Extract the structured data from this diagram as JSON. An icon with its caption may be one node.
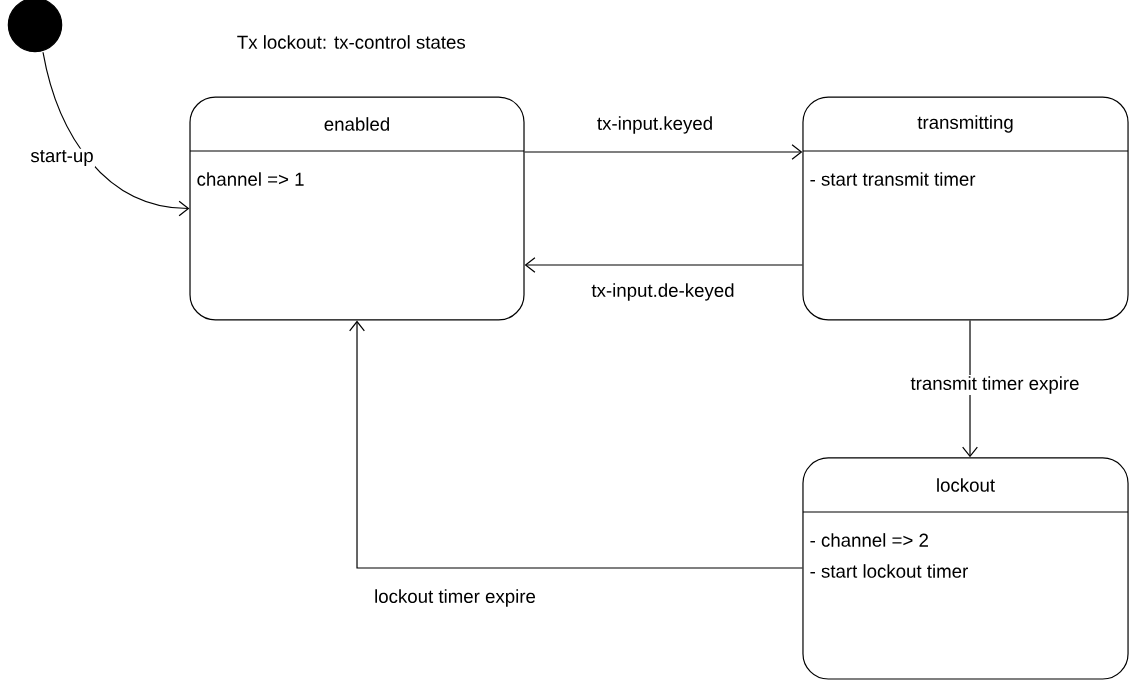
{
  "diagram": {
    "title": "Tx lockout:  tx-control states",
    "nodes": [
      {
        "text": [],
        "shape": "circle"
      },
      {
        "text": [
          "enabled",
          "channel => 1"
        ]
      },
      {
        "text": [
          "transmitting",
          "- start transmit timer"
        ]
      },
      {
        "text": [
          "lockout",
          "- channel => 2",
          "- start lockout timer"
        ]
      }
    ],
    "edges": [
      {
        "from": 0,
        "to": 1,
        "arrow": "to",
        "label": "start-up"
      },
      {
        "from": 1,
        "to": 2,
        "arrow": "to",
        "label": "tx-input.keyed"
      },
      {
        "from": 2,
        "to": 1,
        "arrow": "to",
        "label": "tx-input.de-keyed"
      },
      {
        "from": 2,
        "to": 3,
        "arrow": "to",
        "label": "transmit timer expire"
      },
      {
        "from": 3,
        "to": 1,
        "arrow": "to",
        "label": "lockout timer expire"
      }
    ]
  }
}
